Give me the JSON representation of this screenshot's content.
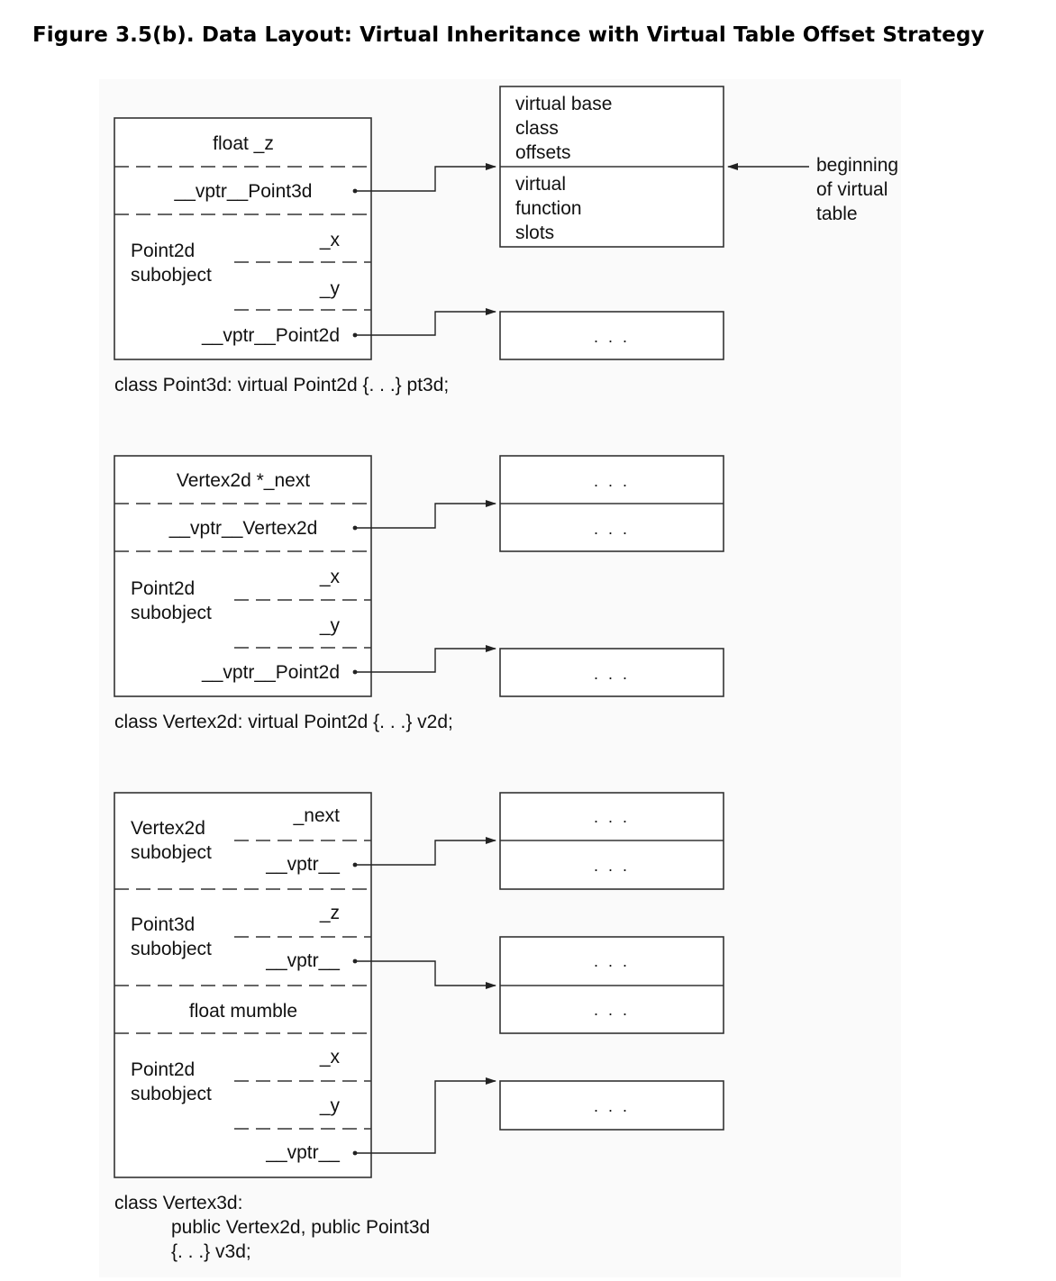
{
  "figure": {
    "title": "Figure 3.5(b). Data Layout: Virtual Inheritance with Virtual Table Offset Strategy",
    "vtable_header": {
      "top": [
        "virtual base",
        "class",
        "offsets"
      ],
      "bottom": [
        "virtual",
        "function",
        "slots"
      ],
      "side_label": [
        "beginning",
        "of virtual",
        "table"
      ]
    },
    "ellipsis": ". . .",
    "pt3d": {
      "field_z": "float _z",
      "vptr_point3d": "__vptr__Point3d",
      "point2d_sub": [
        "Point2d",
        "subobject"
      ],
      "x": "_x",
      "y": "_y",
      "vptr_point2d": "__vptr__Point2d",
      "caption": "class Point3d: virtual Point2d {. . .} pt3d;"
    },
    "v2d": {
      "field_next": "Vertex2d *_next",
      "vptr_vertex2d": "__vptr__Vertex2d",
      "point2d_sub": [
        "Point2d",
        "subobject"
      ],
      "x": "_x",
      "y": "_y",
      "vptr_point2d": "__vptr__Point2d",
      "caption": "class Vertex2d: virtual Point2d {. . .} v2d;"
    },
    "v3d": {
      "vertex2d_sub": [
        "Vertex2d",
        "subobject"
      ],
      "next": "_next",
      "vptr1": "__vptr__",
      "point3d_sub": [
        "Point3d",
        "subobject"
      ],
      "z": "_z",
      "vptr2": "__vptr__",
      "mumble": "float mumble",
      "point2d_sub": [
        "Point2d",
        "subobject"
      ],
      "x": "_x",
      "y": "_y",
      "vptr3": "__vptr__",
      "caption": [
        "class Vertex3d:",
        "public Vertex2d, public Point3d",
        "{. . .} v3d;"
      ]
    }
  }
}
